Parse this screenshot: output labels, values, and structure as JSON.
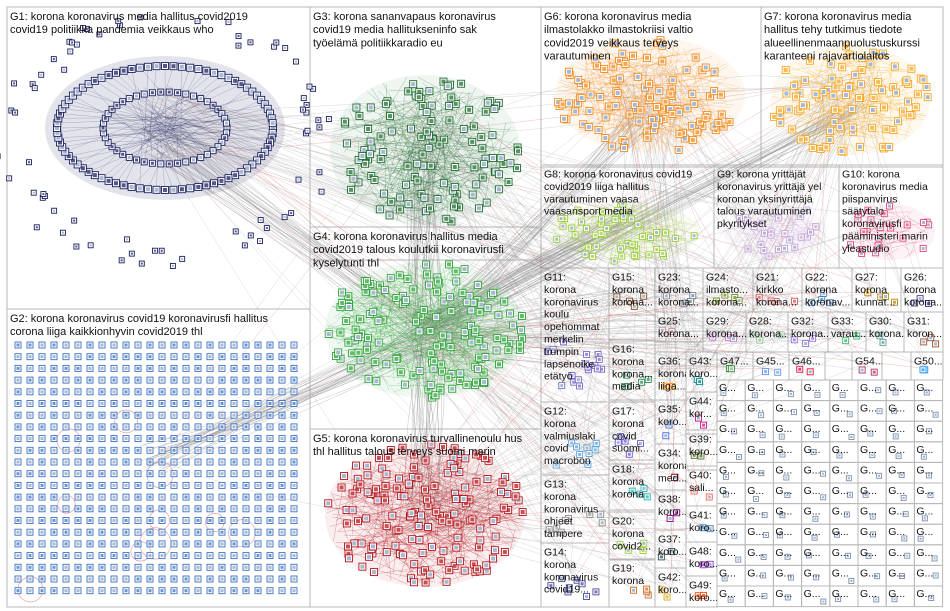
{
  "graph": {
    "groups": [
      {
        "id": "G1",
        "lines": [
          "G1: korona koronavirus media hallitus covid2019",
          "covid19 politiikka pandemia veikkaus who"
        ],
        "color": "#1b1f5e"
      },
      {
        "id": "G2",
        "lines": [
          "G2: korona koronavirus covid19 koronavirusfi hallitus",
          "corona liiga kaikkionhyvin covid2019 thl"
        ],
        "color": "#3a6fc4"
      },
      {
        "id": "G3",
        "lines": [
          "G3: korona sananvapaus koronavirus",
          "covid19 media hallitukseninfo sak",
          "työelämä politiikkaradio eu"
        ],
        "color": "#1d6b2f"
      },
      {
        "id": "G4",
        "lines": [
          "G4: korona koronavirus hallitus media",
          "covid2019 talous koulutkii koronavirusfi",
          "kyselytunti thl"
        ],
        "color": "#2ea33a"
      },
      {
        "id": "G5",
        "lines": [
          "G5: korona koronavirus turvallinenoulu hus",
          "thl hallitus talous terveys suomi marin"
        ],
        "color": "#b3141b"
      },
      {
        "id": "G6",
        "lines": [
          "G6: korona koronavirus media",
          "ilmastolakko ilmastokriisi valtio",
          "covid2019 veikkaus terveys",
          "varautuminen"
        ],
        "color": "#f08a1c"
      },
      {
        "id": "G7",
        "lines": [
          "G7: korona koronavirus media",
          "hallitus tehy tutkimus tiedote",
          "alueellinenmaanpuolustuskurssi",
          "karanteeni rajavartiolaitos"
        ],
        "color": "#f5a623"
      },
      {
        "id": "G8",
        "lines": [
          "G8: korona koronavirus covid19",
          "covid2019 liiga hallitus",
          "varautuminen vaasa",
          "vaasansport media"
        ],
        "color": "#9ccc3c"
      },
      {
        "id": "G9",
        "lines": [
          "G9: korona yrittäjät",
          "koronavirus yrittäjä yel",
          "koronan yksinyrittäjä",
          "talous varautuminen",
          "pkyritykset"
        ],
        "color": "#c8a2d8"
      },
      {
        "id": "G10",
        "lines": [
          "G10: korona",
          "koronavirus media",
          "piispanvirus",
          "säätytalo",
          "koronavirusfi",
          "pääministeri marin",
          "yleastudio"
        ],
        "color": "#e24b7a"
      },
      {
        "id": "G11",
        "lines": [
          "G11:",
          "korona",
          "koronavirus",
          "koulu",
          "opehommat",
          "merkelin",
          "trumpin",
          "lapsenoike",
          "etätyö"
        ],
        "color": "#7b68c8"
      },
      {
        "id": "G12",
        "lines": [
          "G12:",
          "korona",
          "valmiuslaki",
          "covid",
          "macrobon"
        ],
        "color": "#5aa0d8"
      },
      {
        "id": "G13",
        "lines": [
          "G13:",
          "korona",
          "koronavirus",
          "ohjeet",
          "tampere"
        ],
        "color": "#8a8a8a"
      },
      {
        "id": "G14",
        "lines": [
          "G14:",
          "korona",
          "koronavirus",
          "covid19..."
        ],
        "color": "#4a4a9a"
      },
      {
        "id": "G15",
        "lines": [
          "G15:",
          "korona",
          "korona..."
        ],
        "color": "#8b4513"
      },
      {
        "id": "G16",
        "lines": [
          "G16:",
          "korona",
          "korona...",
          "media"
        ],
        "color": "#2e8b57"
      },
      {
        "id": "G17",
        "lines": [
          "G17:",
          "korona",
          "covid",
          "suomi..."
        ],
        "color": "#6a5acd"
      },
      {
        "id": "G18",
        "lines": [
          "G18:",
          "korona",
          "korona"
        ],
        "color": "#20b2aa"
      },
      {
        "id": "G19",
        "lines": [
          "G19:",
          "korona"
        ],
        "color": "#d2691e"
      },
      {
        "id": "G20",
        "lines": [
          "G20:",
          "korona",
          "covid2..."
        ],
        "color": "#9acd32"
      },
      {
        "id": "G21",
        "lines": [
          "G21:",
          "kirkko",
          "korona..."
        ],
        "color": "#cd5c5c"
      },
      {
        "id": "G22",
        "lines": [
          "G22:",
          "korona",
          "koronav..."
        ],
        "color": "#4682b4"
      },
      {
        "id": "G23",
        "lines": [
          "G23:",
          "korona",
          "korona..."
        ],
        "color": "#708090"
      },
      {
        "id": "G24",
        "lines": [
          "G24:",
          "ilmasto...",
          "korona..."
        ],
        "color": "#6b8e23"
      },
      {
        "id": "G25",
        "lines": [
          "G25:",
          "korona..."
        ],
        "color": "#bc8f8f"
      },
      {
        "id": "G26",
        "lines": [
          "G26:",
          "korona",
          "korona..."
        ],
        "color": "#483d8b"
      },
      {
        "id": "G27",
        "lines": [
          "G27:",
          "korona",
          "kunnat..."
        ],
        "color": "#b8860b"
      },
      {
        "id": "G28",
        "lines": [
          "G28:",
          "korona..."
        ],
        "color": "#8fbc8f"
      },
      {
        "id": "G29",
        "lines": [
          "G29:",
          "korona..."
        ],
        "color": "#da70d6"
      },
      {
        "id": "G30",
        "lines": [
          "G30:",
          "korona..."
        ],
        "color": "#5f9ea0"
      },
      {
        "id": "G31",
        "lines": [
          "G31:",
          "koron..."
        ],
        "color": "#a0522d"
      },
      {
        "id": "G32",
        "lines": [
          "G32:",
          "korona..."
        ],
        "color": "#9370db"
      },
      {
        "id": "G33",
        "lines": [
          "G33:",
          "varau..."
        ],
        "color": "#3cb371"
      },
      {
        "id": "G34",
        "lines": [
          "G34:",
          "korona",
          "med..."
        ],
        "color": "#b22222"
      },
      {
        "id": "G35",
        "lines": [
          "G35:",
          "koro..."
        ],
        "color": "#4169e1"
      },
      {
        "id": "G36",
        "lines": [
          "G36:",
          "korona",
          "liiga..."
        ],
        "color": "#ff8c00"
      },
      {
        "id": "G37",
        "lines": [
          "G37:",
          "koro..."
        ],
        "color": "#2f4f4f"
      },
      {
        "id": "G38",
        "lines": [
          "G38:",
          "koro..."
        ],
        "color": "#8b008b"
      },
      {
        "id": "G39",
        "lines": [
          "G39:",
          "koro..."
        ],
        "color": "#556b2f"
      },
      {
        "id": "G40",
        "lines": [
          "G40:",
          "sali..."
        ],
        "color": "#ff6347"
      },
      {
        "id": "G41",
        "lines": [
          "G41:",
          "koro..."
        ],
        "color": "#4682b4"
      },
      {
        "id": "G42",
        "lines": [
          "G42:",
          "koro..."
        ],
        "color": "#daa520"
      },
      {
        "id": "G43",
        "lines": [
          "G43:",
          "koro..."
        ],
        "color": "#008080"
      },
      {
        "id": "G44",
        "lines": [
          "G44:",
          "kor..."
        ],
        "color": "#c71585"
      },
      {
        "id": "G45",
        "lines": [
          "G45..."
        ],
        "color": "#6495ed"
      },
      {
        "id": "G46",
        "lines": [
          "G46..."
        ],
        "color": "#dc143c"
      },
      {
        "id": "G47",
        "lines": [
          "G47..."
        ],
        "color": "#228b22"
      },
      {
        "id": "G48",
        "lines": [
          "G48:",
          "koro..."
        ],
        "color": "#9932cc"
      },
      {
        "id": "G49",
        "lines": [
          "G49:",
          "koro..."
        ],
        "color": "#ff4500"
      },
      {
        "id": "G50",
        "lines": [
          "G50..."
        ],
        "color": "#1e90ff"
      },
      {
        "id": "G54",
        "lines": [
          "G54..."
        ],
        "color": "#b03060"
      }
    ]
  }
}
